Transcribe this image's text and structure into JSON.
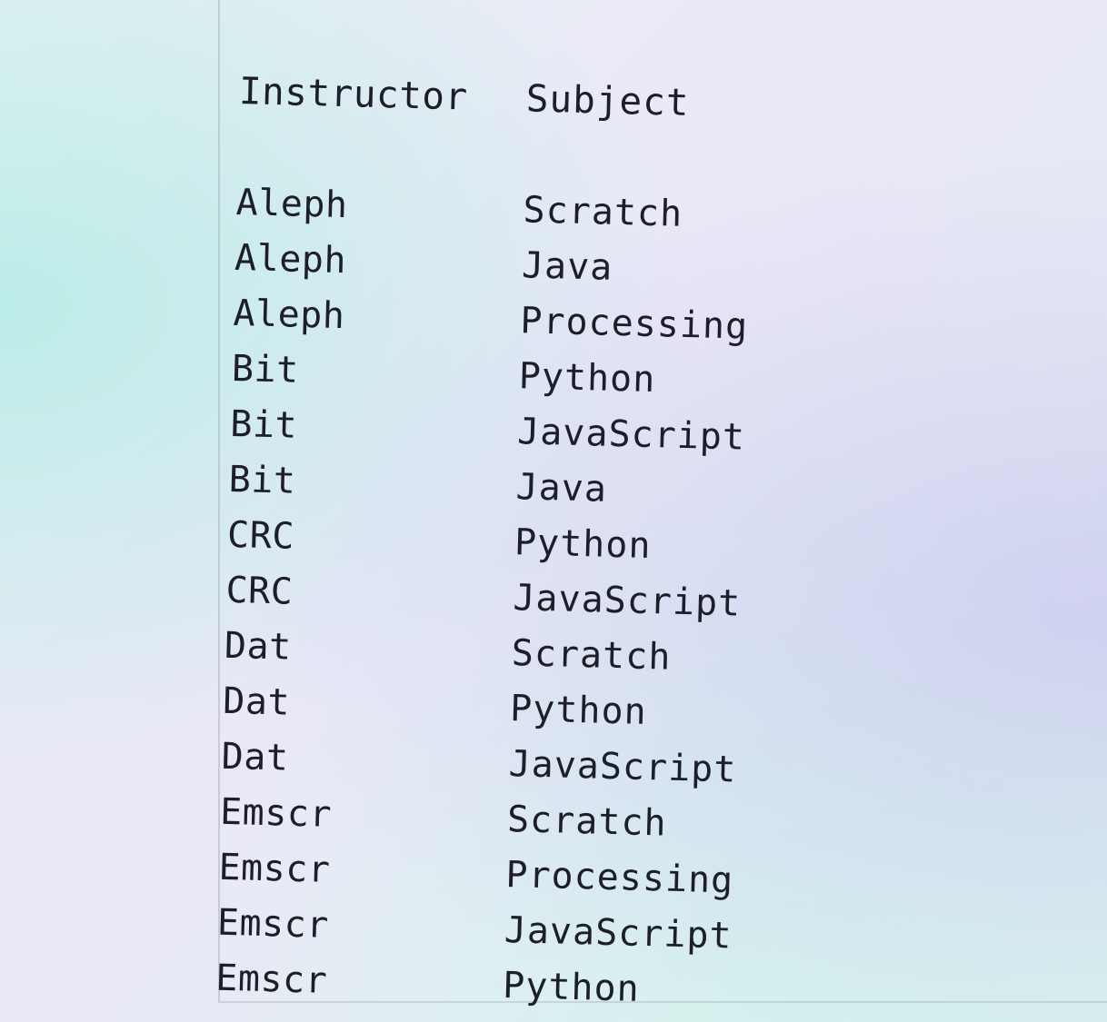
{
  "table": {
    "headers": {
      "instructor": "Instructor",
      "subject": "Subject"
    },
    "rows": [
      {
        "instructor": "Aleph",
        "subject": "Scratch"
      },
      {
        "instructor": "Aleph",
        "subject": "Java"
      },
      {
        "instructor": "Aleph",
        "subject": "Processing"
      },
      {
        "instructor": "Bit",
        "subject": "Python"
      },
      {
        "instructor": "Bit",
        "subject": "JavaScript"
      },
      {
        "instructor": "Bit",
        "subject": "Java"
      },
      {
        "instructor": "CRC",
        "subject": "Python"
      },
      {
        "instructor": "CRC",
        "subject": "JavaScript"
      },
      {
        "instructor": "Dat",
        "subject": "Scratch"
      },
      {
        "instructor": "Dat",
        "subject": "Python"
      },
      {
        "instructor": "Dat",
        "subject": "JavaScript"
      },
      {
        "instructor": "Emscr",
        "subject": "Scratch"
      },
      {
        "instructor": "Emscr",
        "subject": "Processing"
      },
      {
        "instructor": "Emscr",
        "subject": "JavaScript"
      },
      {
        "instructor": "Emscr",
        "subject": "Python"
      }
    ]
  }
}
